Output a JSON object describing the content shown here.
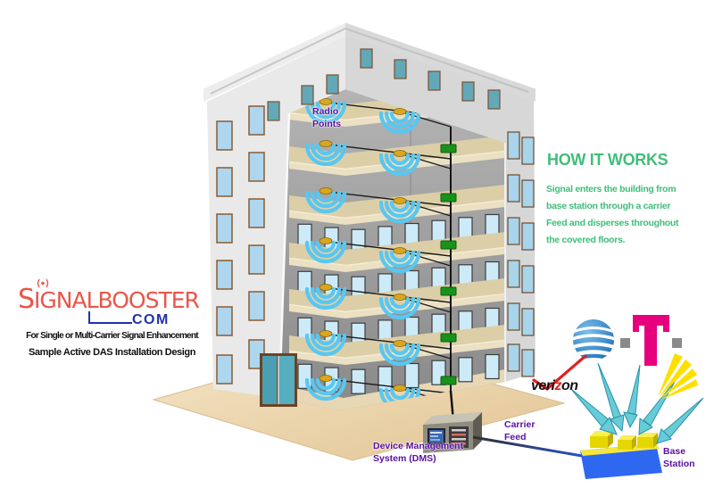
{
  "logo": {
    "brand": "SIGNALBOOSTER",
    "tld": "COM",
    "tagline1": "For Single or Multi-Carrier Signal Enhancement",
    "tagline2": "Sample Active DAS Installation Design",
    "brand_color": "#e8564a",
    "tld_color": "#2233a8"
  },
  "how_it_works": {
    "title": "HOW IT WORKS",
    "body_lines": [
      "Signal enters the building from",
      "base station through a carrier",
      "Feed and disperses throughout",
      "the covered floors."
    ],
    "color": "#41bd7a"
  },
  "diagram": {
    "radio_points_label": "Radio\nPoints",
    "dms_label": "Device Management\nSystem (DMS)",
    "carrier_feed_label": "Carrier\nFeed",
    "base_station_label": "Base\nStation",
    "label_color": "#5a10a0",
    "floors_with_radio_points": 7,
    "radio_points_per_floor": 2,
    "verizon": {
      "prefix": "veri",
      "z": "z",
      "suffix": "on"
    },
    "carriers": [
      {
        "name": "AT&T",
        "icon": "att-globe-icon"
      },
      {
        "name": "T-Mobile",
        "icon": "tmobile-logo-icon"
      },
      {
        "name": "Verizon",
        "icon": "verizon-logo"
      },
      {
        "name": "Sprint",
        "icon": "sprint-fan-icon"
      }
    ],
    "colors": {
      "signal_arc_cyan": "#58c7f2",
      "arrow_cyan": "#68ccd8",
      "base_station_blue": "#2e68f0",
      "base_station_yellow": "#f4e63e",
      "att_blue": "#1f7bc8",
      "tmobile_magenta": "#e6007e",
      "verizon_red": "#e02020",
      "sprint_yellow": "#ffdf00",
      "riser_unit_green": "#18921b"
    }
  }
}
